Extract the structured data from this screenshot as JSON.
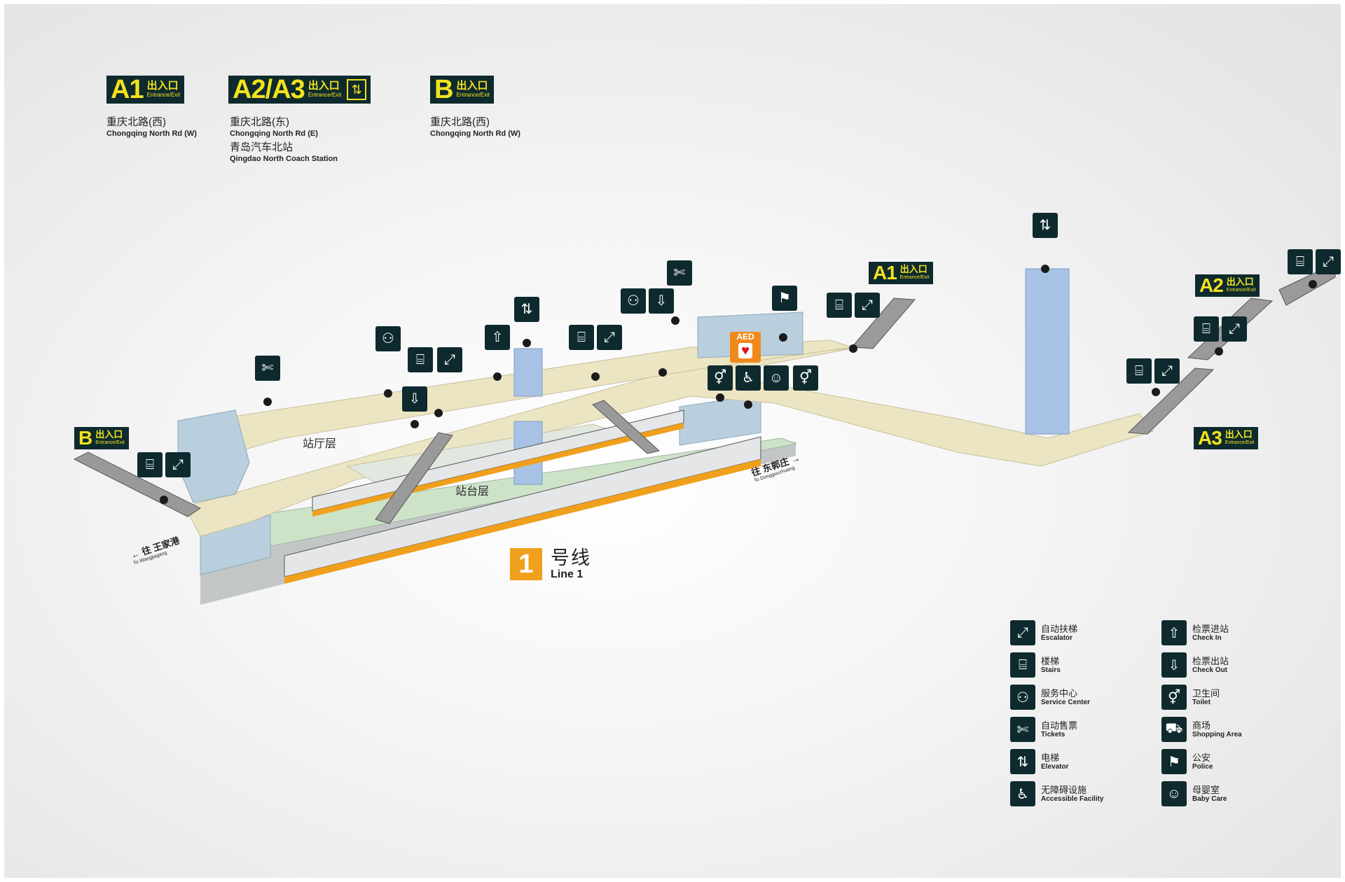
{
  "exits_header": [
    {
      "code": "A1",
      "label_cn": "出入口",
      "label_en": "Entrance/Exit",
      "elevator": false,
      "roads": [
        {
          "cn": "重庆北路(西)",
          "en": "Chongqing North Rd (W)"
        }
      ]
    },
    {
      "code": "A2/A3",
      "label_cn": "出入口",
      "label_en": "Entrance/Exit",
      "elevator": true,
      "roads": [
        {
          "cn": "重庆北路(东)",
          "en": "Chongqing North Rd (E)"
        },
        {
          "cn": "青岛汽车北站",
          "en": "Qingdao North Coach Station"
        }
      ]
    },
    {
      "code": "B",
      "label_cn": "出入口",
      "label_en": "Entrance/Exit",
      "elevator": false,
      "roads": [
        {
          "cn": "重庆北路(西)",
          "en": "Chongqing North Rd (W)"
        }
      ]
    }
  ],
  "map_exits": {
    "b": {
      "code": "B",
      "cn": "出入口",
      "en": "Entrance/Exit"
    },
    "a1": {
      "code": "A1",
      "cn": "出入口",
      "en": "Entrance/Exit"
    },
    "a2": {
      "code": "A2",
      "cn": "出入口",
      "en": "Entrance/Exit"
    },
    "a3": {
      "code": "A3",
      "cn": "出入口",
      "en": "Entrance/Exit"
    }
  },
  "layers": {
    "concourse": "站厅层",
    "platform": "站台层"
  },
  "directions": {
    "west": {
      "cn": "往 王家港",
      "en": "To Wangjiagang"
    },
    "east": {
      "cn": "往 东郭庄",
      "en": "To Dongguozhuang"
    }
  },
  "line": {
    "number": "1",
    "cn": "号线",
    "en": "Line 1"
  },
  "aed_label": "AED",
  "legend": [
    {
      "icon": "escalator-icon",
      "glyph": "⤢",
      "cn": "自动扶梯",
      "en": "Escalator"
    },
    {
      "icon": "stairs-icon",
      "glyph": "⌸",
      "cn": "楼梯",
      "en": "Stairs"
    },
    {
      "icon": "service-center-icon",
      "glyph": "⚇",
      "cn": "服务中心",
      "en": "Service Center"
    },
    {
      "icon": "tickets-icon",
      "glyph": "✄",
      "cn": "自动售票",
      "en": "Tickets"
    },
    {
      "icon": "elevator-icon",
      "glyph": "⇅",
      "cn": "电梯",
      "en": "Elevator"
    },
    {
      "icon": "accessible-icon",
      "glyph": "♿",
      "cn": "无障碍设施",
      "en": "Accessible Facility"
    },
    {
      "icon": "check-in-icon",
      "glyph": "⇧",
      "cn": "检票进站",
      "en": "Check In"
    },
    {
      "icon": "check-out-icon",
      "glyph": "⇩",
      "cn": "检票出站",
      "en": "Check Out"
    },
    {
      "icon": "toilet-icon",
      "glyph": "⚥",
      "cn": "卫生间",
      "en": "Toilet"
    },
    {
      "icon": "shopping-icon",
      "glyph": "⛟",
      "cn": "商场",
      "en": "Shopping Area"
    },
    {
      "icon": "police-icon",
      "glyph": "⚑",
      "cn": "公安",
      "en": "Police"
    },
    {
      "icon": "baby-care-icon",
      "glyph": "☺",
      "cn": "母婴室",
      "en": "Baby Care"
    }
  ],
  "colors": {
    "sign_bg": "#0e2a2e",
    "sign_text": "#f2e21e",
    "concourse": "#ece5c4",
    "platform": "#cde3c8",
    "structure": "#b9cfdd",
    "elevator_shaft": "#a8c2e6",
    "line1": "#f0a01c",
    "aed": "#f08a1c"
  }
}
